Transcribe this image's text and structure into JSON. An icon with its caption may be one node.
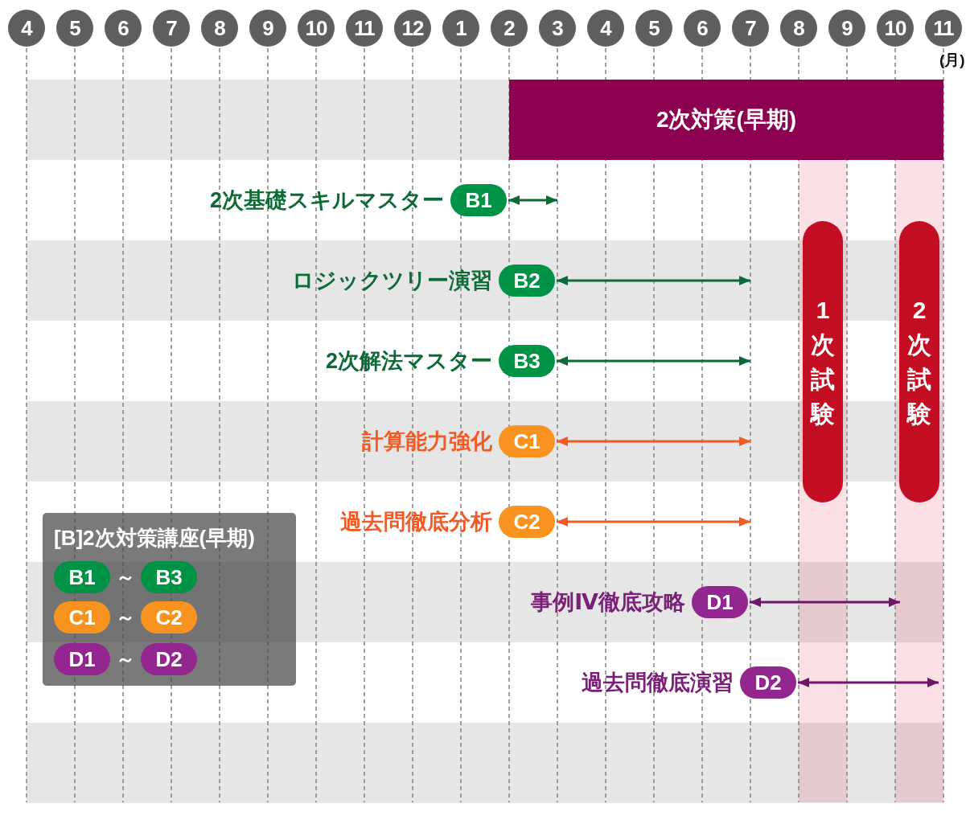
{
  "diagram": {
    "nodes": [
      {
        "text": [
          "4"
        ]
      },
      {
        "text": [
          "5"
        ]
      },
      {
        "text": [
          "6"
        ]
      },
      {
        "text": [
          "7"
        ]
      },
      {
        "text": [
          "8"
        ]
      },
      {
        "text": [
          "9"
        ]
      },
      {
        "text": [
          "10"
        ]
      },
      {
        "text": [
          "11"
        ]
      },
      {
        "text": [
          "12"
        ]
      },
      {
        "text": [
          "1"
        ]
      },
      {
        "text": [
          "2"
        ]
      },
      {
        "text": [
          "3"
        ]
      },
      {
        "text": [
          "4"
        ]
      },
      {
        "text": [
          "5"
        ]
      },
      {
        "text": [
          "6"
        ]
      },
      {
        "text": [
          "7"
        ]
      },
      {
        "text": [
          "8"
        ]
      },
      {
        "text": [
          "9"
        ]
      },
      {
        "text": [
          "10"
        ]
      },
      {
        "text": [
          "11"
        ]
      },
      {
        "text": [
          "2次対策(早期)"
        ]
      },
      {
        "text": [
          "B1"
        ],
        "beside": [
          "2次基礎スキルマスター"
        ]
      },
      {
        "text": [
          "1次試験"
        ]
      },
      {
        "text": [
          "2次試験"
        ]
      },
      {
        "text": [
          "B2"
        ],
        "beside": [
          "ロジックツリー演習"
        ]
      },
      {
        "text": [
          "B3"
        ],
        "beside": [
          "2次解法マスター"
        ]
      },
      {
        "text": [
          "C1"
        ],
        "beside": [
          "計算能力強化"
        ]
      },
      {
        "text": [
          "C2"
        ],
        "beside": [
          "過去問徹底分析"
        ]
      },
      {
        "text": [
          "[B]2次対策講座(早期)"
        ]
      },
      {
        "text": [
          "B1"
        ],
        "in": 28
      },
      {
        "text": [
          "B3"
        ],
        "in": 28
      },
      {
        "text": [
          "C1"
        ],
        "in": 28
      },
      {
        "text": [
          "C2"
        ],
        "in": 28
      },
      {
        "text": [
          "D1"
        ],
        "in": 28
      },
      {
        "text": [
          "D2"
        ],
        "in": 28
      },
      {
        "text": [
          "D1"
        ],
        "beside": [
          "事例Ⅳ徹底攻略"
        ]
      },
      {
        "text": [
          "D2"
        ],
        "beside": [
          "過去問徹底演習"
        ]
      }
    ],
    "edges": [
      {
        "from": 21,
        "to": null,
        "arrow": "both"
      },
      {
        "from": 24,
        "to": null,
        "arrow": "both"
      },
      {
        "from": 25,
        "to": null,
        "arrow": "both"
      },
      {
        "from": 26,
        "to": null,
        "arrow": "both",
        "color": "#f15a24"
      },
      {
        "from": 27,
        "to": null,
        "arrow": "both",
        "color": "#f15a24"
      },
      {
        "from": 35,
        "to": null,
        "arrow": "both",
        "color": "#6e1469"
      },
      {
        "from": 36,
        "to": null,
        "arrow": "both",
        "color": "#6e1469"
      }
    ],
    "labels": [
      "(月)",
      "～",
      "～",
      "～"
    ]
  }
}
